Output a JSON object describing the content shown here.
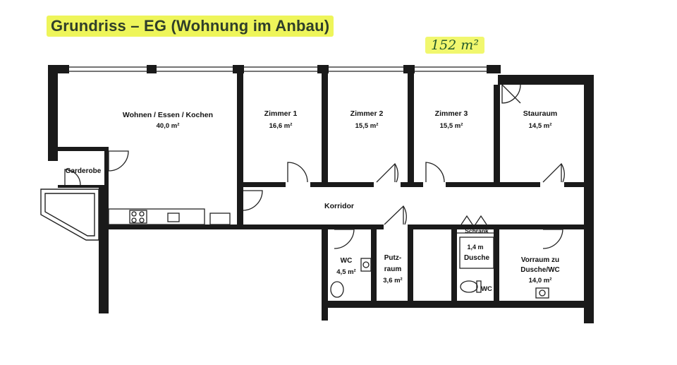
{
  "title": "Grundriss – EG (Wohnung im Anbau)",
  "handwritten_area": "152 m²",
  "rooms": {
    "wohnen": {
      "name": "Wohnen / Essen / Kochen",
      "area": "40,0 m²"
    },
    "zimmer1": {
      "name": "Zimmer 1",
      "area": "16,6 m²"
    },
    "zimmer2": {
      "name": "Zimmer 2",
      "area": "15,5 m²"
    },
    "zimmer3": {
      "name": "Zimmer 3",
      "area": "15,5 m²"
    },
    "stauraum": {
      "name": "Stauraum",
      "area": "14,5 m²"
    },
    "garderobe": {
      "name": "Garderobe"
    },
    "korridor": {
      "name": "Korridor"
    },
    "wc": {
      "name": "WC",
      "area": "4,5 m²"
    },
    "putzraum": {
      "name1": "Putz-",
      "name2": "raum",
      "area": "3,6 m²"
    },
    "schrank": {
      "name": "Schrank"
    },
    "dusche": {
      "name": "Dusche",
      "size": "1,4 m"
    },
    "wc2": {
      "name": "WC"
    },
    "vorraum": {
      "name1": "Vorraum zu",
      "name2": "Dusche/WC",
      "area": "14,0 m²"
    }
  }
}
